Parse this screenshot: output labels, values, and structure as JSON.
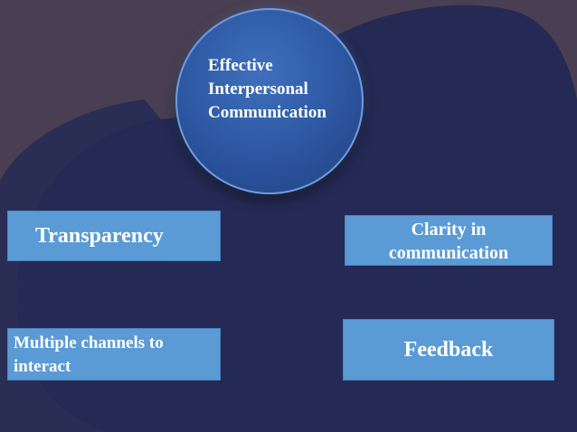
{
  "diagram": {
    "hub": {
      "label": "Effective\nInterpersonal\nCommunication"
    },
    "nodes": {
      "transparency": "Transparency",
      "clarity": [
        "Clarity in",
        "communication"
      ],
      "multiple_channels": [
        "Multiple channels to",
        "interact"
      ],
      "feedback": "Feedback"
    }
  },
  "colors": {
    "background_outer": "#4a3f52",
    "background_dark_blue": "#252a55",
    "hub_fill": "#2f5aa5",
    "box_fill": "#5b9bd5",
    "text": "#ffffff"
  }
}
